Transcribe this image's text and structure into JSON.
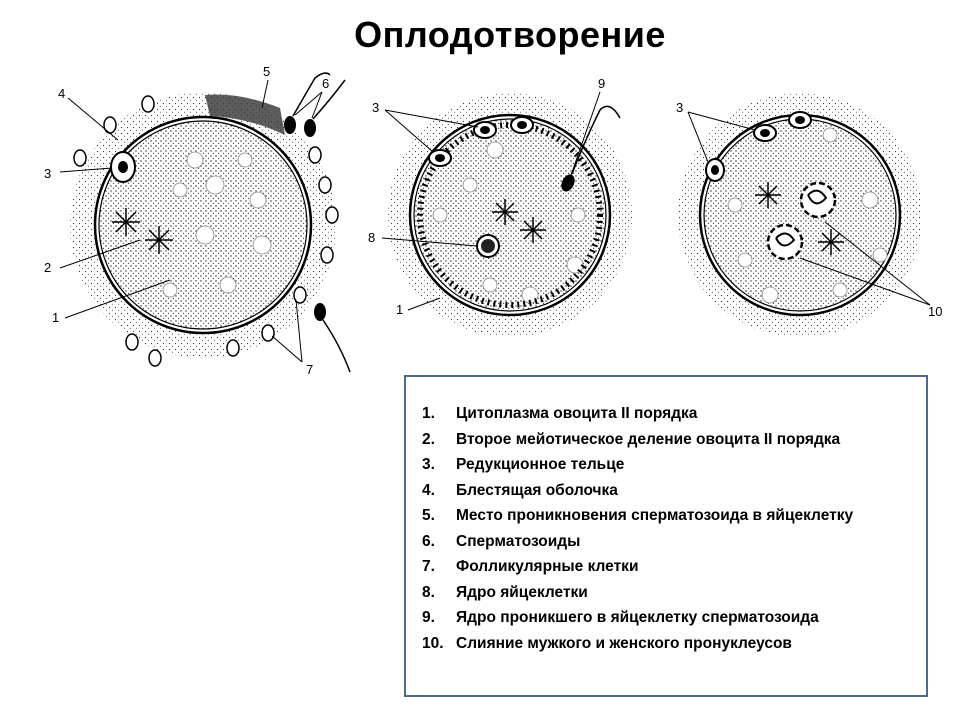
{
  "title": "Оплодотворение",
  "labels": [
    "1",
    "2",
    "3",
    "4",
    "5",
    "6",
    "7",
    "8",
    "9",
    "10"
  ],
  "legend": [
    {
      "num": "1.",
      "text": "Цитоплазма овоцита II порядка"
    },
    {
      "num": "2.",
      "text": "Второе мейотическое деление овоцита II порядка"
    },
    {
      "num": "3.",
      "text": "Редукционное тельце"
    },
    {
      "num": "4.",
      "text": "Блестящая оболочка"
    },
    {
      "num": "5.",
      "text": "Место проникновения сперматозоида в яйцеклетку"
    },
    {
      "num": "6.",
      "text": "Сперматозоиды"
    },
    {
      "num": "7.",
      "text": "Фолликулярные клетки"
    },
    {
      "num": "8.",
      "text": "Ядро яйцеклетки"
    },
    {
      "num": "9.",
      "text": "Ядро проникшего в яйцеклетку сперматозоида"
    },
    {
      "num": "10.",
      "text": "Слияние мужкого и женского пронуклеусов"
    }
  ]
}
